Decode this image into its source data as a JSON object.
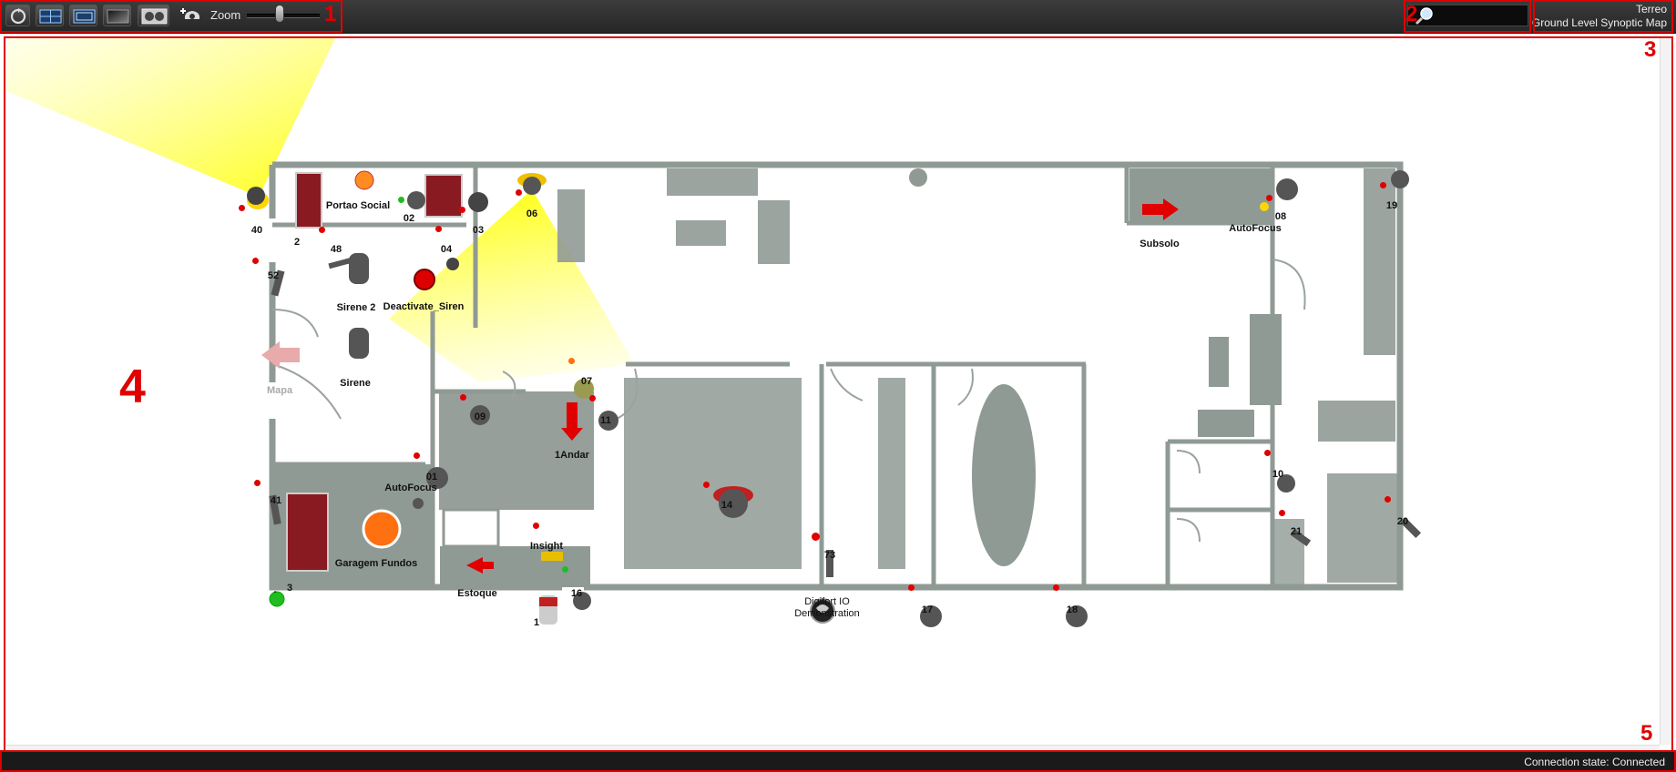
{
  "toolbar": {
    "buttons": [
      {
        "name": "refresh-button",
        "icon": "refresh-icon"
      },
      {
        "name": "layout-grid-button",
        "icon": "grid-icon"
      },
      {
        "name": "fit-window-button",
        "icon": "window-icon"
      },
      {
        "name": "background-button",
        "icon": "gradient-icon"
      },
      {
        "name": "map-view-button",
        "icon": "map-view-icon"
      },
      {
        "name": "add-camera-button",
        "icon": "camera-add-icon"
      }
    ],
    "zoom_label": "Zoom",
    "zoom_level": 0.45
  },
  "search": {
    "value": "",
    "icon": "magnifier-icon"
  },
  "map_info": {
    "floor": "Terreo",
    "name": "Ground Level Synoptic Map"
  },
  "annotations": [
    "1",
    "2",
    "3",
    "4",
    "5"
  ],
  "map": {
    "labels": {
      "portao_social": "Portao Social",
      "deactivate_siren": "Deactivate_Siren",
      "sirene2": "Sirene 2",
      "sirene": "Sirene",
      "mapa": "Mapa",
      "autofocus_1": "AutoFocus",
      "autofocus_2": "AutoFocus",
      "garagem_fundos": "Garagem Fundos",
      "estoque": "Estoque",
      "insight": "Insight",
      "andar1": "1Andar",
      "subsolo": "Subsolo",
      "digifort_io_line1": "Digifort IO",
      "digifort_io_line2": "Demonstration"
    },
    "cameras": [
      "40",
      "2",
      "48",
      "52",
      "02",
      "03",
      "04",
      "06",
      "07",
      "09",
      "11",
      "01",
      "41",
      "14",
      "16",
      "17",
      "18",
      "19",
      "08",
      "10",
      "21",
      "20",
      "73",
      "1",
      "3",
      "."
    ]
  },
  "status": {
    "connection": "Connection state: Connected"
  },
  "colors": {
    "wall": "#909a95",
    "floor": "#ffffff",
    "highlight": "#ffff00",
    "alarm_red": "#e00000",
    "ok_green": "#22bb22"
  }
}
